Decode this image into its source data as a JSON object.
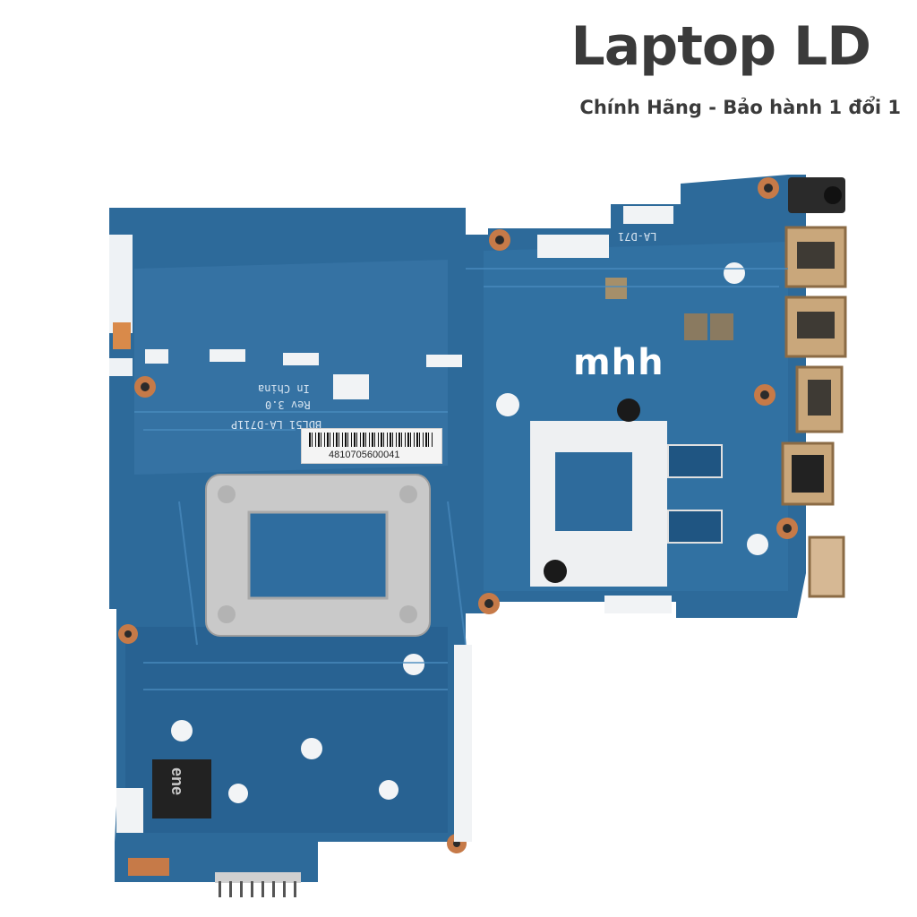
{
  "header": {
    "title": "Laptop LD",
    "tagline": "Chính Hãng - Bảo hành 1 đổi 1"
  },
  "board": {
    "watermark": "mhh",
    "model_silkscreen": "BDL51 LA-D711P",
    "board_label": "LA-D71",
    "origin_text": "In China",
    "rev_text": "Rev 3.0",
    "serial_sticker": "4810705600041",
    "ec_chip_marking": "ene"
  },
  "colors": {
    "pcb_blue": "#2d6a9a",
    "pcb_light": "#3f82b4",
    "heatsink_silver": "#c9c9c9",
    "brand_text": "#3a3a3a"
  }
}
